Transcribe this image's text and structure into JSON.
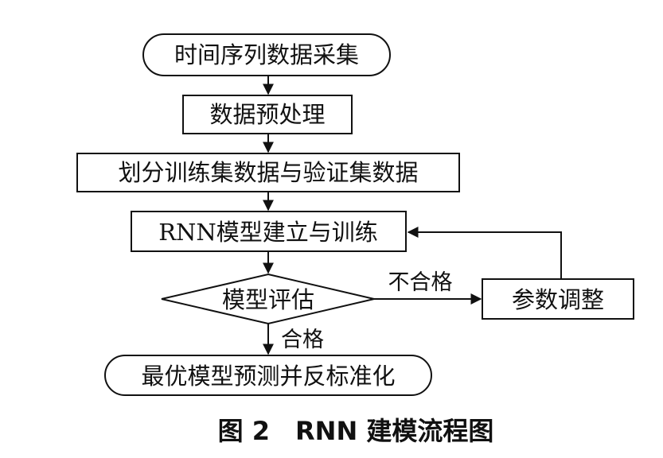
{
  "diagram": {
    "nodes": {
      "collect": "时间序列数据采集",
      "preprocess": "数据预处理",
      "split": "划分训练集数据与验证集数据",
      "build": "RNN模型建立与训练",
      "evaluate": "模型评估",
      "adjust": "参数调整",
      "predict": "最优模型预测并反标准化"
    },
    "edge_labels": {
      "fail": "不合格",
      "pass": "合格"
    },
    "caption": "图 2　RNN 建模流程图"
  }
}
